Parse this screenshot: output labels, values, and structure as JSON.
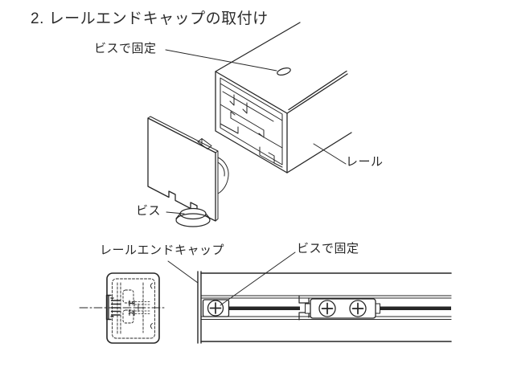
{
  "title": "2. レールエンドキャップの取付け",
  "labels": {
    "screw_fix_top": "ビスで固定",
    "rail": "レール",
    "screw": "ビス",
    "end_cap": "レールエンドキャップ",
    "screw_fix_bottom": "ビスで固定"
  },
  "colors": {
    "background": "#ffffff",
    "line": "#262626",
    "text": "#262626"
  }
}
